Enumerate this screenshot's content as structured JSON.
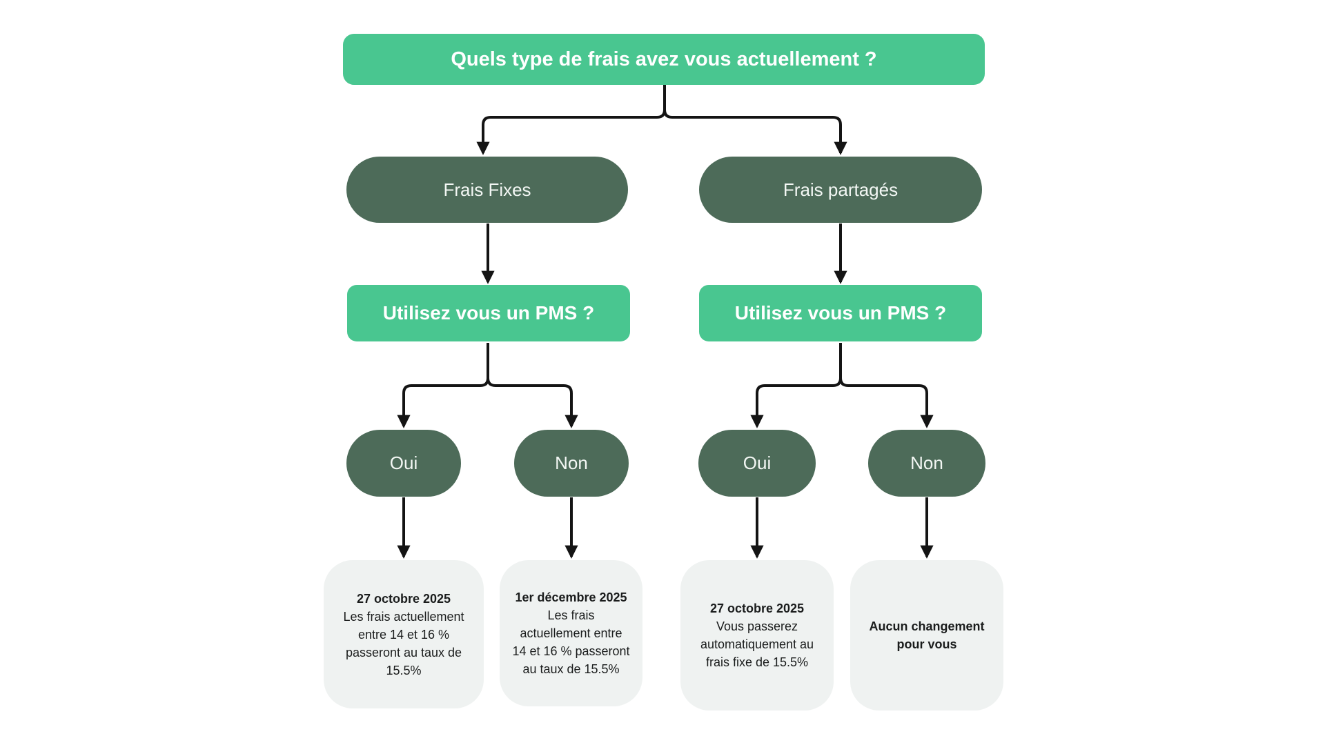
{
  "colors": {
    "accent": "#49c690",
    "dark": "#4d6b59",
    "result_bg": "#eff2f1",
    "line": "#141414",
    "text_on_green": "#ffffff",
    "text_dark": "#1a1c1c"
  },
  "flowchart": {
    "root": {
      "label": "Quels type de frais avez vous actuellement ?"
    },
    "branches": [
      {
        "label": "Frais Fixes",
        "question": "Utilisez vous un PMS ?",
        "options": [
          {
            "label": "Oui",
            "result": {
              "title": "27 octobre 2025",
              "detail": "Les frais actuellement entre 14 et 16 % passeront au taux de 15.5%"
            }
          },
          {
            "label": "Non",
            "result": {
              "title": "1er décembre 2025",
              "detail": "Les frais actuellement entre 14 et 16 % passeront au taux de 15.5%"
            }
          }
        ]
      },
      {
        "label": "Frais partagés",
        "question": "Utilisez vous un PMS ?",
        "options": [
          {
            "label": "Oui",
            "result": {
              "title": "27 octobre 2025",
              "detail": "Vous passerez automatiquement au frais fixe de 15.5%"
            }
          },
          {
            "label": "Non",
            "result": {
              "title": "Aucun changement pour vous",
              "detail": ""
            }
          }
        ]
      }
    ]
  }
}
